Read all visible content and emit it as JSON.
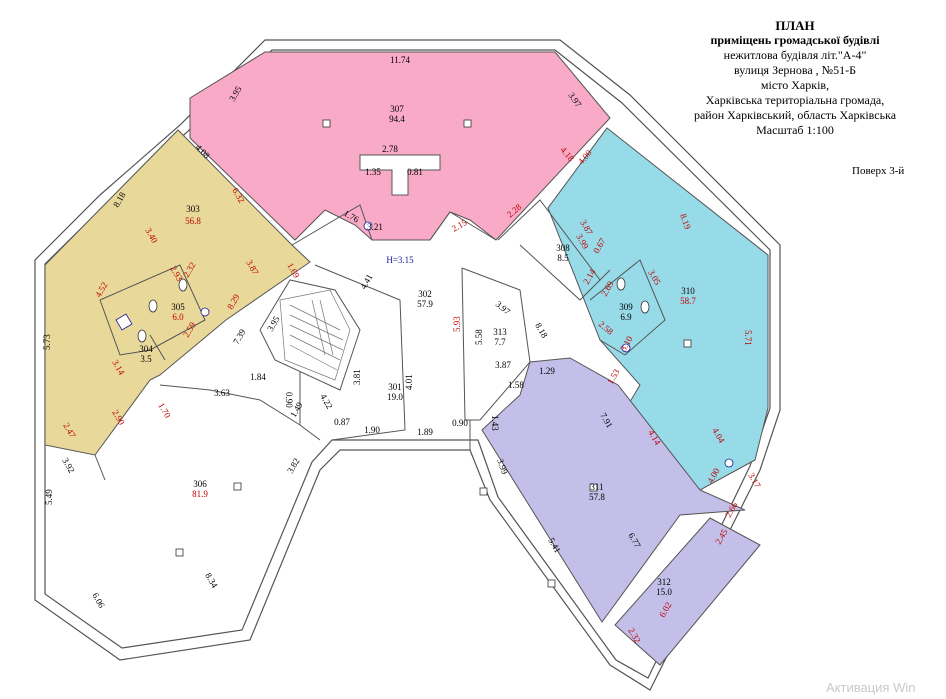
{
  "title": {
    "main": "ПЛАН",
    "line1": "приміщень громадської будівлі",
    "line2": "нежитлова будівля літ.\"А-4\"",
    "line3": "вулиця Зернова , №51-Б",
    "line4": "місто Харків,",
    "line5": "Харківська територіальна громада,",
    "line6": "район Харківський, область Харківська",
    "scale": "Масштаб 1:100"
  },
  "floor_label": "Поверх 3-й",
  "ceiling_height": "H=3.15",
  "watermark": "Активация Win",
  "colors": {
    "room_307": "#f8aac6",
    "room_303": "#e8d89a",
    "room_310": "#98dbe8",
    "room_311": "#c3bfe8",
    "room_312": "#c3bfe8",
    "wall": "#555555"
  },
  "rooms": [
    {
      "id": "r301",
      "number": "301",
      "area": "19.0"
    },
    {
      "id": "r302",
      "number": "302",
      "area": "57.9"
    },
    {
      "id": "r303",
      "number": "303",
      "area": "56.8"
    },
    {
      "id": "r304",
      "number": "304",
      "area": "3.5"
    },
    {
      "id": "r305",
      "number": "305",
      "area": "6.0"
    },
    {
      "id": "r306",
      "number": "306",
      "area": "81.9"
    },
    {
      "id": "r307",
      "number": "307",
      "area": "94.4"
    },
    {
      "id": "r308",
      "number": "308",
      "area": "8.5"
    },
    {
      "id": "r309",
      "number": "309",
      "area": "6.9"
    },
    {
      "id": "r310",
      "number": "310",
      "area": "58.7"
    },
    {
      "id": "r311",
      "number": "311",
      "area": "57.8"
    },
    {
      "id": "r312",
      "number": "312",
      "area": "15.0"
    },
    {
      "id": "r313",
      "number": "313",
      "area": "7.7"
    }
  ],
  "dimensions": [
    {
      "id": "d-11-74",
      "text": "11.74"
    },
    {
      "id": "d-3-95",
      "text": "3.95"
    },
    {
      "id": "d-3-97",
      "text": "3.97"
    },
    {
      "id": "d-4-08",
      "text": "4.08"
    },
    {
      "id": "d-4-18",
      "text": "4.18"
    },
    {
      "id": "d-2-78",
      "text": "2.78"
    },
    {
      "id": "d-1-35",
      "text": "1.35"
    },
    {
      "id": "d-0-81",
      "text": "0.81"
    },
    {
      "id": "d-8-18-a",
      "text": "8.18"
    },
    {
      "id": "d-6-32",
      "text": "6.32"
    },
    {
      "id": "d-3-40",
      "text": "3.40"
    },
    {
      "id": "d-1-76",
      "text": "1.76"
    },
    {
      "id": "d-3-21",
      "text": "3.21"
    },
    {
      "id": "d-2-15",
      "text": "2.15"
    },
    {
      "id": "d-2-28",
      "text": "2.28"
    },
    {
      "id": "d-4-00-a",
      "text": "4.00"
    },
    {
      "id": "d-8-19",
      "text": "8.19"
    },
    {
      "id": "d-3-87-a",
      "text": "3.87"
    },
    {
      "id": "d-3-99",
      "text": "3.99"
    },
    {
      "id": "d-0-67",
      "text": "0.67"
    },
    {
      "id": "d-2-14",
      "text": "2.14"
    },
    {
      "id": "d-2-69",
      "text": "2.69"
    },
    {
      "id": "d-3-05",
      "text": "3.05"
    },
    {
      "id": "d-2-58",
      "text": "2.58"
    },
    {
      "id": "d-3-10",
      "text": "3.10"
    },
    {
      "id": "d-5-71",
      "text": "5.71"
    },
    {
      "id": "d-1-53",
      "text": "1.53"
    },
    {
      "id": "d-4-52",
      "text": "4.52"
    },
    {
      "id": "d-2-93",
      "text": "2.93"
    },
    {
      "id": "d-3-87-b",
      "text": "3.87"
    },
    {
      "id": "d-2-32",
      "text": "2.32"
    },
    {
      "id": "d-1-69",
      "text": "1.69"
    },
    {
      "id": "d-2-59",
      "text": "2.59"
    },
    {
      "id": "d-8-29",
      "text": "8.29"
    },
    {
      "id": "d-4-41",
      "text": "4.41"
    },
    {
      "id": "d-5-73",
      "text": "5.73"
    },
    {
      "id": "d-7-39",
      "text": "7.39"
    },
    {
      "id": "d-3-95-b",
      "text": "3.95"
    },
    {
      "id": "d-3-14",
      "text": "3.14"
    },
    {
      "id": "d-3-97-b",
      "text": "3.97"
    },
    {
      "id": "d-5-93",
      "text": "5.93"
    },
    {
      "id": "d-5-58",
      "text": "5.58"
    },
    {
      "id": "d-8-18-b",
      "text": "8.18"
    },
    {
      "id": "d-3-81",
      "text": "3.81"
    },
    {
      "id": "d-4-01",
      "text": "4.01"
    },
    {
      "id": "d-3-87-c",
      "text": "3.87"
    },
    {
      "id": "d-1-58",
      "text": "1.58"
    },
    {
      "id": "d-1-29",
      "text": "1.29"
    },
    {
      "id": "d-3-63",
      "text": "3.63"
    },
    {
      "id": "d-1-84",
      "text": "1.84"
    },
    {
      "id": "d-0-90-a",
      "text": "0.90"
    },
    {
      "id": "d-4-22",
      "text": "4.22"
    },
    {
      "id": "d-1-70",
      "text": "1.70"
    },
    {
      "id": "d-2-90",
      "text": "2.90"
    },
    {
      "id": "d-2-47",
      "text": "2.47"
    },
    {
      "id": "d-1-49",
      "text": "1.49"
    },
    {
      "id": "d-0-87",
      "text": "0.87"
    },
    {
      "id": "d-1-90",
      "text": "1.90"
    },
    {
      "id": "d-1-89",
      "text": "1.89"
    },
    {
      "id": "d-0-90-b",
      "text": "0.90"
    },
    {
      "id": "d-1-43",
      "text": "1.43"
    },
    {
      "id": "d-7-91",
      "text": "7.91"
    },
    {
      "id": "d-4-14",
      "text": "4.14"
    },
    {
      "id": "d-4-04",
      "text": "4.04"
    },
    {
      "id": "d-3-92",
      "text": "3.92"
    },
    {
      "id": "d-3-82",
      "text": "3.82"
    },
    {
      "id": "d-5-49",
      "text": "5.49"
    },
    {
      "id": "d-3-99-b",
      "text": "3.99"
    },
    {
      "id": "d-4-00-b",
      "text": "4.00"
    },
    {
      "id": "d-3-17",
      "text": "3.17"
    },
    {
      "id": "d-8-34",
      "text": "8.34"
    },
    {
      "id": "d-5-41",
      "text": "5.41"
    },
    {
      "id": "d-6-77",
      "text": "6.77"
    },
    {
      "id": "d-2-66",
      "text": "2.66"
    },
    {
      "id": "d-2-45",
      "text": "2.45"
    },
    {
      "id": "d-6-06",
      "text": "6.06"
    },
    {
      "id": "d-6-02",
      "text": "6.02"
    },
    {
      "id": "d-2-32-b",
      "text": "2.32"
    }
  ]
}
